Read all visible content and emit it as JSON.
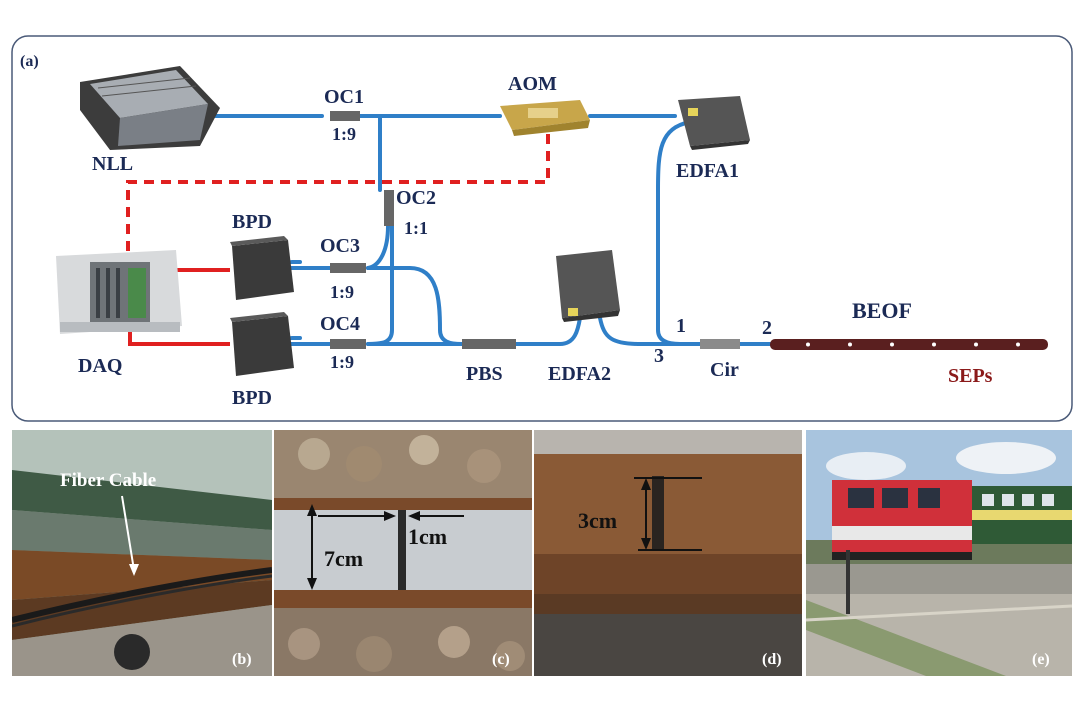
{
  "panel_a": {
    "tag": "(a)",
    "labels": {
      "nll": "NLL",
      "oc1": "OC1",
      "oc1_ratio": "1:9",
      "aom": "AOM",
      "edfa1": "EDFA1",
      "oc2": "OC2",
      "oc2_ratio": "1:1",
      "bpd_top": "BPD",
      "oc3": "OC3",
      "oc3_ratio": "1:9",
      "oc4": "OC4",
      "oc4_ratio": "1:9",
      "daq": "DAQ",
      "bpd_bottom": "BPD",
      "pbs": "PBS",
      "edfa2": "EDFA2",
      "port1": "1",
      "port2": "2",
      "port3": "3",
      "cir": "Cir",
      "beof": "BEOF",
      "seps": "SEPs"
    }
  },
  "photos": {
    "b": {
      "tag": "(b)",
      "annotation": "Fiber Cable"
    },
    "c": {
      "tag": "(c)",
      "dim_height": "7cm",
      "dim_gap": "1cm"
    },
    "d": {
      "tag": "(d)",
      "dim_depth": "3cm"
    },
    "e": {
      "tag": "(e)"
    }
  },
  "colors": {
    "fiber": "#2f7fc8",
    "electrical": "#e02020",
    "label": "#1b2a55",
    "sep_label": "#8b1a1a",
    "beof": "#5a1f1f"
  }
}
